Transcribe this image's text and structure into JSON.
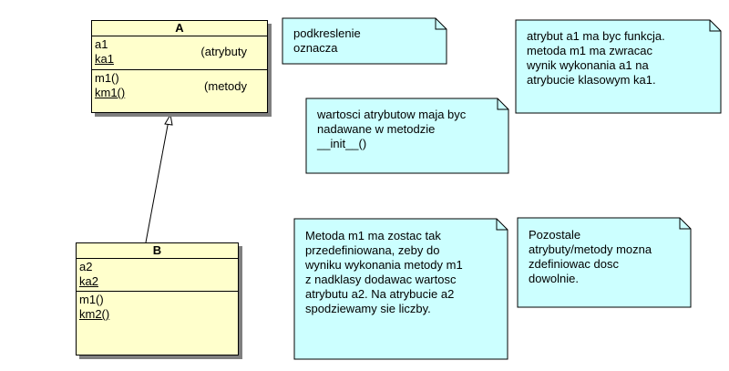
{
  "diagram": {
    "classes": {
      "a": {
        "name": "A",
        "attributes": [
          "a1",
          "ka1"
        ],
        "attributes_comment": "(atrybuty",
        "methods": [
          "m1()",
          "km1()"
        ],
        "methods_comment": "(metody"
      },
      "b": {
        "name": "B",
        "attributes": [
          "a2",
          "ka2"
        ],
        "methods": [
          "m1()",
          "km2()"
        ]
      }
    },
    "notes": {
      "n1": "podkreslenie\noznacza\n. . .   .   . . .",
      "n2": "wartosci atrybutow maja byc\nnadawane w metodzie\n__init__()",
      "n3": "atrybut a1 ma byc funkcja.\nmetoda m1 ma zwracac\nwynik wykonania a1 na\natrybucie klasowym ka1.",
      "n4": "Metoda m1 ma zostac tak\nprzedefiniowana, zeby do\nwyniku wykonania metody m1\nz nadklasy dodawac wartosc\natrybutu a2. Na atrybucie a2\nspodziewamy sie liczby.",
      "n5": "Pozostale\natrybuty/metody mozna\nzdefiniowac dosc\ndowolnie."
    },
    "colors": {
      "class_fill": "#ffffcc",
      "note_fill": "#ccffff",
      "shadow": "#7f7f7f",
      "line": "#000000"
    }
  }
}
